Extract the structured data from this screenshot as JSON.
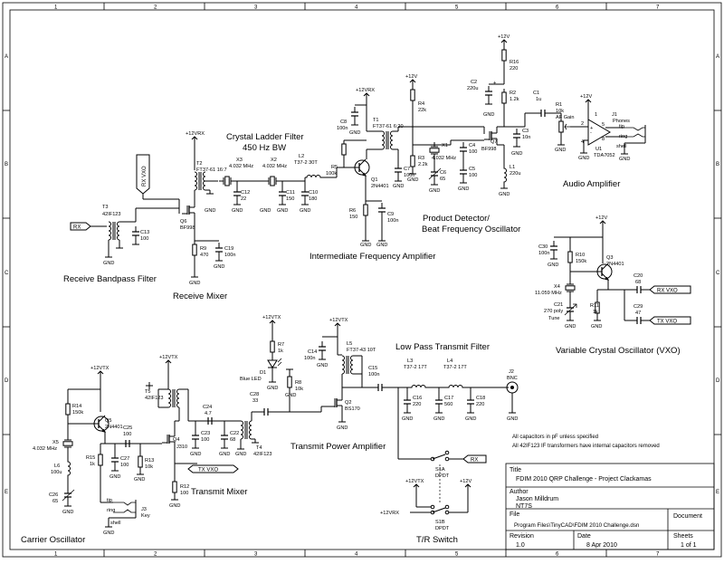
{
  "border": {
    "columns": [
      "1",
      "2",
      "3",
      "4",
      "5",
      "6",
      "7"
    ],
    "rows": [
      "A",
      "B",
      "C",
      "D",
      "E"
    ]
  },
  "sections": {
    "crystal_filter_title": "Crystal Ladder Filter",
    "crystal_filter_bw": "450 Hz BW",
    "receive_bandpass": "Receive Bandpass Filter",
    "receive_mixer": "Receive Mixer",
    "if_amp": "Intermediate Frequency Amplifier",
    "product_detector": "Product Detector/",
    "bfo": "Beat Frequency Oscillator",
    "audio_amp": "Audio Amplifier",
    "vxo": "Variable Crystal Oscillator (VXO)",
    "lpf": "Low Pass Transmit Filter",
    "tx_power_amp": "Transmit Power Amplifier",
    "tx_mixer": "Transmit Mixer",
    "carrier_osc": "Carrier Oscillator",
    "tr_switch": "T/R Switch"
  },
  "notes": [
    "All capacitors in pF unless specified",
    "All 42IF123 IF transformers have internal capacitors removed"
  ],
  "ports": {
    "rx": "RX",
    "rx_vxo": "RX VXO",
    "tx_vxo": "TX VXO",
    "tx_vxo_out": "TX VXO",
    "rx_sw": "RX"
  },
  "labels": {
    "p12vrx_mixer": "+12VRX",
    "t2": "T2",
    "t2_type": "FT37-61 16:7",
    "t3": "T3",
    "t3_type": "42IF123",
    "q6": "Q6",
    "q6_type": "BF998",
    "c13": "C13",
    "c13_val": "100",
    "r9": "R9",
    "r9_val": "470",
    "c19": "C19",
    "c19_val": "100n",
    "x3": "X3",
    "x3_freq": "4.032 MHz",
    "x2": "X2",
    "x2_freq": "4.032 MHz",
    "c12": "C12",
    "c12_val": "22",
    "c11": "C11",
    "c11_val": "150",
    "l2": "L2",
    "l2_type": "T37-2 30T",
    "c10": "C10",
    "c10_val": "180",
    "p12vrx_if": "+12VRX",
    "c8": "C8",
    "c8_val": "100n",
    "t1": "T1",
    "t1_type": "FT37-61 6:20",
    "r5": "R5",
    "r5_val": "100k",
    "q1": "Q1",
    "q1_type": "2N4401",
    "r6": "R6",
    "r6_val": "150",
    "c9": "C9",
    "c9_val": "100n",
    "c7": "C7",
    "c7_val": "100n",
    "p12v_r4": "+12V",
    "r4": "R4",
    "r4_val": "22k",
    "r3": "R3",
    "r3_val": "2.2k",
    "x1": "X1",
    "x1_freq": "4.032 MHz",
    "c6": "C6",
    "c6_val": "65",
    "c4": "C4",
    "c4_val": "100",
    "c5": "C5",
    "c5_val": "100",
    "q7": "Q7",
    "q7_type": "BF998",
    "p12v_r16": "+12V",
    "r16": "R16",
    "r16_val": "220",
    "c2": "C2",
    "c2_val": "220u",
    "r2": "R2",
    "r2_val": "1.2k",
    "c3": "C3",
    "c3_val": "10n",
    "l1": "L1",
    "l1_val": "220u",
    "c1": "C1",
    "c1_val": "1u",
    "r1": "R1",
    "r1_val": "10k",
    "r1_name": "AF Gain",
    "p12v_u1": "+12V",
    "u1": "U1",
    "u1_type": "TDA7052",
    "j1": "J1",
    "j1_type": "Phones",
    "pin1": "1",
    "pin2": "2",
    "pin4": "4",
    "pin5": "5",
    "pin8": "8",
    "tip": "tip",
    "ring": "ring",
    "shell": "shell",
    "p12v_vxo": "+12V",
    "c30": "C30",
    "c30_val": "100n",
    "r10": "R10",
    "r10_val": "150k",
    "q3": "Q3",
    "q3_type": "2N4401",
    "x4": "X4",
    "x4_freq": "11.059 MHz",
    "c21": "C21",
    "c21_val": "270 poly",
    "tune": "Tune",
    "r11": "R11",
    "r11_val": "1k",
    "c20": "C20",
    "c20_val": "68",
    "c29": "C29",
    "c29_val": "47",
    "p12vtx_d1": "+12VTX",
    "r7": "R7",
    "r7_val": "1k",
    "d1": "D1",
    "d1_type": "Blue LED",
    "r8": "R8",
    "r8_val": "10k",
    "c28": "C28",
    "c28_val": "33",
    "p12vtx_pa": "+12VTX",
    "c14": "C14",
    "c14_val": "100n",
    "l5": "L5",
    "l5_type": "FT37-43 10T",
    "q2": "Q2",
    "q2_type": "BS170",
    "c15": "C15",
    "c15_val": "100n",
    "l3": "L3",
    "l3_type": "T37-2 17T",
    "l4": "L4",
    "l4_type": "T37-2 17T",
    "c16": "C16",
    "c16_val": "220",
    "c17": "C17",
    "c17_val": "560",
    "c18": "C18",
    "c18_val": "220",
    "j2": "J2",
    "j2_type": "BNC",
    "p12vtx_osc": "+12VTX",
    "r14": "R14",
    "r14_val": "150k",
    "q5": "Q5",
    "q5_type": "2N4401",
    "c25": "C25",
    "c25_val": "100",
    "x5": "X5",
    "x5_freq": "4.032 MHz",
    "l6": "L6",
    "l6_val": "100u",
    "c26": "C26",
    "c26_val": "65",
    "r15": "R15",
    "r15_val": "1k",
    "c27": "C27",
    "c27_val": "100",
    "p12vtx_mix": "+12VTX",
    "t5": "T5",
    "t5_type": "42IF123",
    "q4": "Q4",
    "q4_type": "J310",
    "c24": "C24",
    "c24_val": "4.7",
    "c23": "C23",
    "c23_val": "100",
    "c22": "C22",
    "c22_val": "68",
    "t4": "T4",
    "t4_type": "42IF123",
    "r13": "R13",
    "r13_val": "10k",
    "r12": "R12",
    "r12_val": "100",
    "j3": "J3",
    "j3_type": "Key",
    "s1a": "S1A",
    "s1b": "S1B",
    "dpdt": "DPDT",
    "p12vtx_sw": "+12VTX",
    "p12v_sw": "+12V",
    "p12vrx_sw": "+12VRX",
    "gnd": "GND"
  },
  "title_block": {
    "title_label": "Title",
    "title": "FDIM 2010 QRP Challenge - Project Clackamas",
    "author_label": "Author",
    "author": "Jason Milldrum",
    "callsign": "NT7S",
    "file_label": "File",
    "file": "Program Files\\TinyCAD\\FDIM 2010 Challenge.dsn",
    "document_label": "Document",
    "revision_label": "Revision",
    "revision": "1.0",
    "date_label": "Date",
    "date": "8 Apr 2010",
    "sheets_label": "Sheets",
    "sheets": "1 of 1"
  }
}
